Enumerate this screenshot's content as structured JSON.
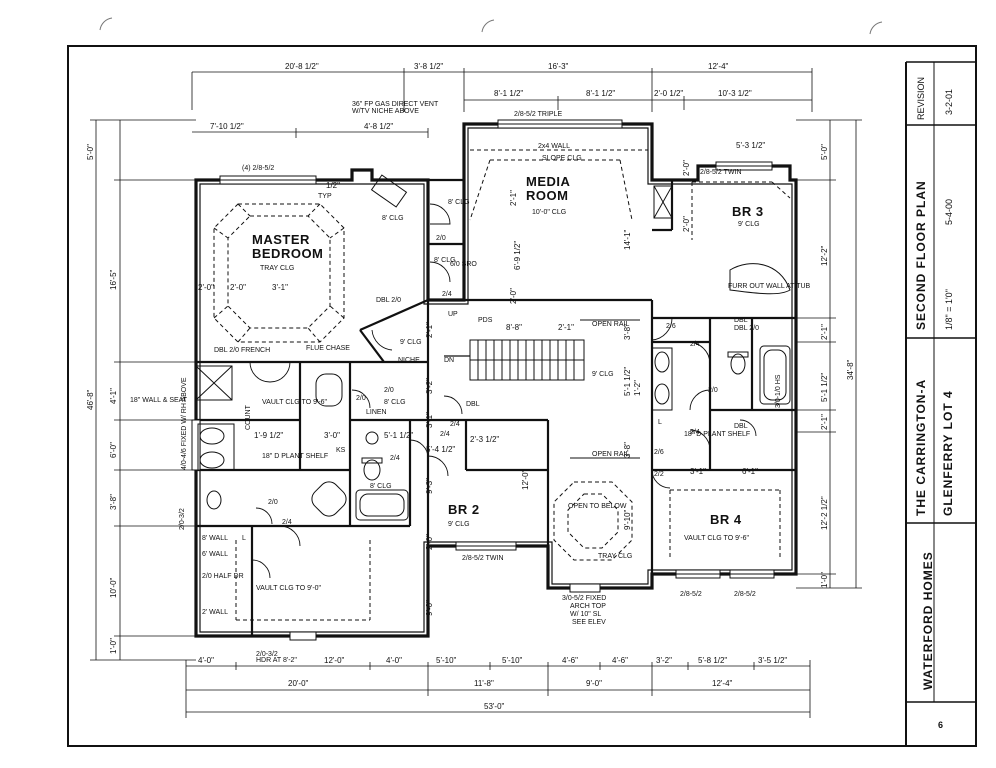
{
  "title_block": {
    "company": "WATERFORD HOMES",
    "plan_name": "THE CARRINGTON-A",
    "lot": "GLENFERRY LOT 4",
    "sheet_title": "SECOND FLOOR PLAN",
    "scale": "1/8\" = 1'0\"",
    "date": "5-4-00",
    "revision_label": "REVISION",
    "revision_date": "3-2-01",
    "sheet_number": "6"
  },
  "rooms": {
    "master": "MASTER BEDROOM",
    "media": "MEDIA ROOM",
    "br2": "BR 2",
    "br3": "BR 3",
    "br4": "BR 4"
  },
  "notes": {
    "tray_clg": "TRAY CLG",
    "nine_clg_a": "9' CLG",
    "nine_clg_b": "9' CLG",
    "nine_clg_c": "9' CLG",
    "nine_clg_d": "9' CLG",
    "eight_clg_a": "8' CLG",
    "eight_clg_b": "8' CLG",
    "eight_clg_c": "8' CLG",
    "eight_clg_d": "8' CLG",
    "eight_clg_e": "8' CLG",
    "ten_clg": "10'-0\" CLG",
    "fp_gas": "36\" FP GAS DIRECT VENT",
    "tv_niche": "W/TV NICHE ABOVE",
    "triple": "2/8-5/2 TRIPLE",
    "two_four_wall": "2x4 WALL",
    "slope_clg": "SLOPE CLG",
    "win_2852": "(4) 2/8-5/2",
    "win_twin_br3": "2/8-5/2 TWIN",
    "win_twin_br2": "2/8-5/2 TWIN",
    "typ": "TYP",
    "sro": "6/0 SRO",
    "dbl_20_a": "DBL 2/0",
    "dbl_20_french": "DBL 2/0 FRENCH",
    "flue_chase": "FLUE CHASE",
    "niche": "NICHE",
    "pds": "PDS",
    "up": "UP",
    "dn": "DN",
    "open_rail_a": "OPEN RAIL",
    "open_rail_b": "OPEN RAIL",
    "linen": "LINEN",
    "ks": "KS",
    "vault_cl_a": "VAULT CLG TO 9'-6\"",
    "vault_cl_b": "VAULT CLG TO 9'-6\"",
    "vault_cl_c": "VAULT CLG TO 9'-0\"",
    "plant_shelf": "18\" D PLANT SHELF",
    "plant_shelf_b": "18\" D PLANT SHELF",
    "wall_seat": "18\" WALL & SEAT",
    "fixed_rh": "4/0-4/6 FIXED W/ RH ABOVE",
    "count": "COUNT",
    "eight_wall": "8' WALL",
    "six_wall": "6' WALL",
    "two_wall": "2' WALL",
    "half_dr": "2/0 HALF DR",
    "hdr": "HDR AT 8'-2\"",
    "open_below": "OPEN TO BELOW",
    "tray_clg_b": "TRAY CLG",
    "arch_top_1": "3/0-5/2 FIXED",
    "arch_top_2": "ARCH TOP",
    "arch_top_3": "W/ 10\" SL",
    "arch_top_4": "SEE ELEV",
    "furr_out": "FURR OUT WALL AT TUB",
    "hs": "3/0-1/0 HS",
    "dbl_a": "DBL",
    "dbl_b": "DBL",
    "dbl_c": "DBL",
    "dbl_20_b": "DBL 2/0",
    "l_mark": "L",
    "l_mark_b": "L"
  },
  "doors": {
    "d1": "2/0",
    "d2": "2/0",
    "d3": "2/4",
    "d4": "2/4",
    "d5": "2/0",
    "d6": "2/4",
    "d7": "2/4",
    "d8": "2/6",
    "d9": "2/0",
    "d10": "2/4",
    "d11": "2/6",
    "d12": "2/2",
    "d13": "2/0",
    "d14": "2/0-3/2",
    "d15": "2/4",
    "d16": "2/8-5/2",
    "d17": "2/8-5/2",
    "d18": "2/0-3/2",
    "d19": "2/4"
  },
  "dims_top": {
    "a": "20'-8 1/2\"",
    "b": "3'-8 1/2\"",
    "c": "16'-3\"",
    "d": "12'-4\"",
    "e": "8'-1 1/2\"",
    "f": "8'-1 1/2\"",
    "g": "2'-0 1/2\"",
    "h": "10'-3 1/2\"",
    "i": "7'-10 1/2\"",
    "j": "4'-8 1/2\"",
    "k": "5'-3 1/2\"",
    "l": "1/2\"",
    "m": "8'-8\"",
    "n": "2'-1\"",
    "o": "1'-9 1/2\"",
    "p": "3'-0\"",
    "q": "5'-1 1/2\"",
    "r": "2'-3 1/2\"",
    "s": "5'-4 1/2\"",
    "t": "3'-1\"",
    "u": "6'-1\"",
    "v": "2'-0\"",
    "w": "2'-0\"",
    "x": "3'-1\""
  },
  "dims_bottom": {
    "a": "4'-0\"",
    "b": "12'-0\"",
    "c": "4'-0\"",
    "d": "5'-10\"",
    "e": "5'-10\"",
    "f": "4'-6\"",
    "g": "4'-6\"",
    "h": "3'-2\"",
    "i": "5'-8 1/2\"",
    "j": "3'-5 1/2\"",
    "k": "20'-0\"",
    "l": "11'-8\"",
    "m": "9'-0\"",
    "n": "12'-4\"",
    "o": "53'-0\""
  },
  "dims_left": {
    "a": "5'-0\"",
    "b": "16'-5\"",
    "c": "4'-1\"",
    "d": "6'-0\"",
    "e": "3'-8\"",
    "f": "10'-0\"",
    "g": "1'-0\"",
    "h": "46'-8\"",
    "i": "2'-0\"",
    "j": "3'-2\""
  },
  "dims_right": {
    "a": "5'-0\"",
    "b": "12'-2\"",
    "c": "2'-1\"",
    "d": "5'-1 1/2\"",
    "e": "2'-1\"",
    "f": "12'-2 1/2\"",
    "g": "1'-0\"",
    "h": "34'-8\""
  },
  "dims_inner": {
    "a": "14'-1\"",
    "b": "6'-9 1/2\"",
    "c": "2'-1\"",
    "d": "2'-0\"",
    "e": "3'-8\"",
    "f": "5'-1 1/2\"",
    "g": "1'-2\"",
    "h": "3'-8\"",
    "i": "12'-0\"",
    "j": "9'-10\"",
    "k": "9'-0\"",
    "l": "2'-0\"",
    "m": "9'-3\"",
    "n": "2'-0\"",
    "o": "2'-1\"",
    "p": "3'-1\""
  }
}
